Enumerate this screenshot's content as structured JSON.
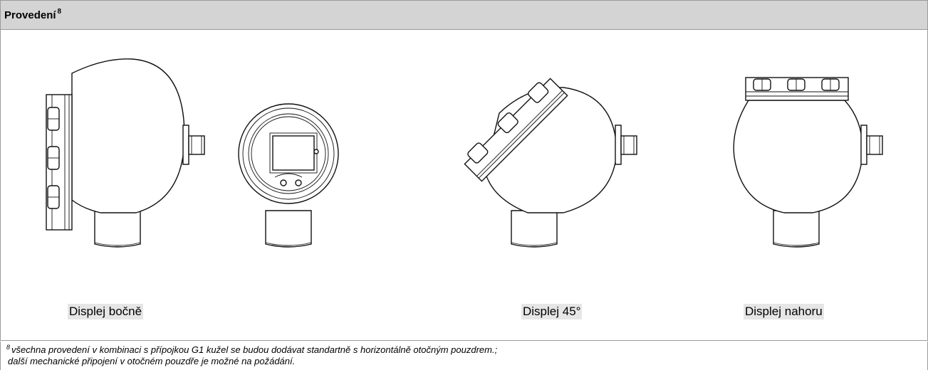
{
  "header": {
    "title": "Provedení",
    "footnote_ref": "8"
  },
  "captions": {
    "side": "Displej bočně",
    "angle45": "Displej 45°",
    "top": "Displej nahoru"
  },
  "footnote": {
    "mark": "8",
    "line1": "všechna provedení v kombinaci s přípojkou G1 kužel  se budou dodávat standartně s horizontálně otočným pouzdrem.;",
    "line2": "další mechanické připojení v otočném pouzdře je možné na požádání."
  },
  "colors": {
    "header_bg": "#d4d4d4",
    "caption_bg": "#e6e6e6",
    "border": "#9a9a9a"
  }
}
